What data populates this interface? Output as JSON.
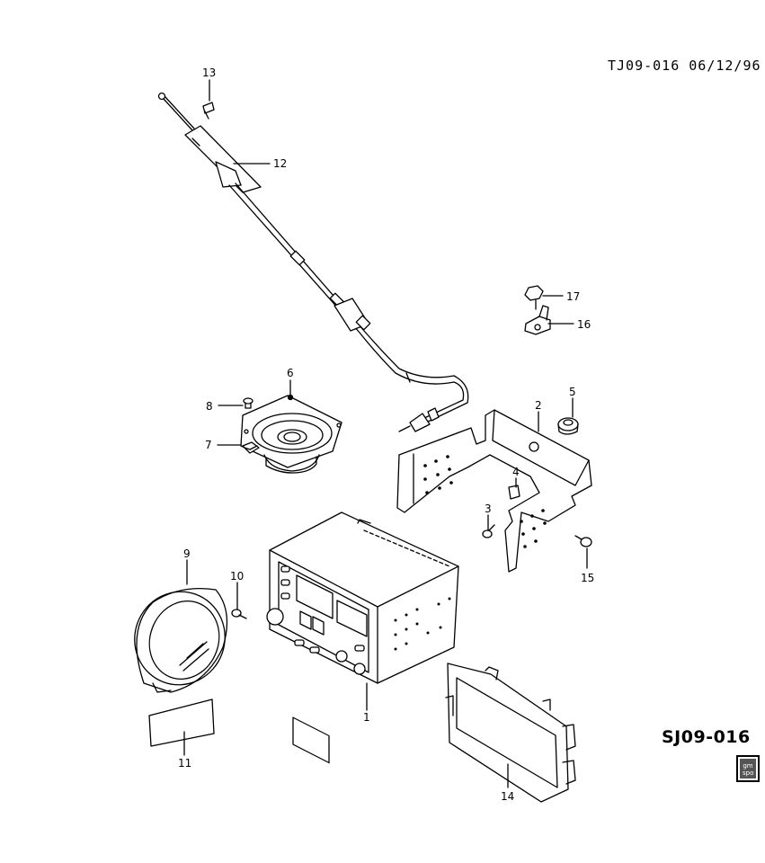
{
  "header": {
    "drawing_ref": "TJ09-016 06/12/96"
  },
  "footer": {
    "code": "SJ09-016",
    "logo_text": "gm spo"
  },
  "callouts": [
    "1",
    "2",
    "3",
    "4",
    "5",
    "6",
    "7",
    "8",
    "9",
    "10",
    "11",
    "12",
    "13",
    "14",
    "15",
    "16",
    "17"
  ]
}
